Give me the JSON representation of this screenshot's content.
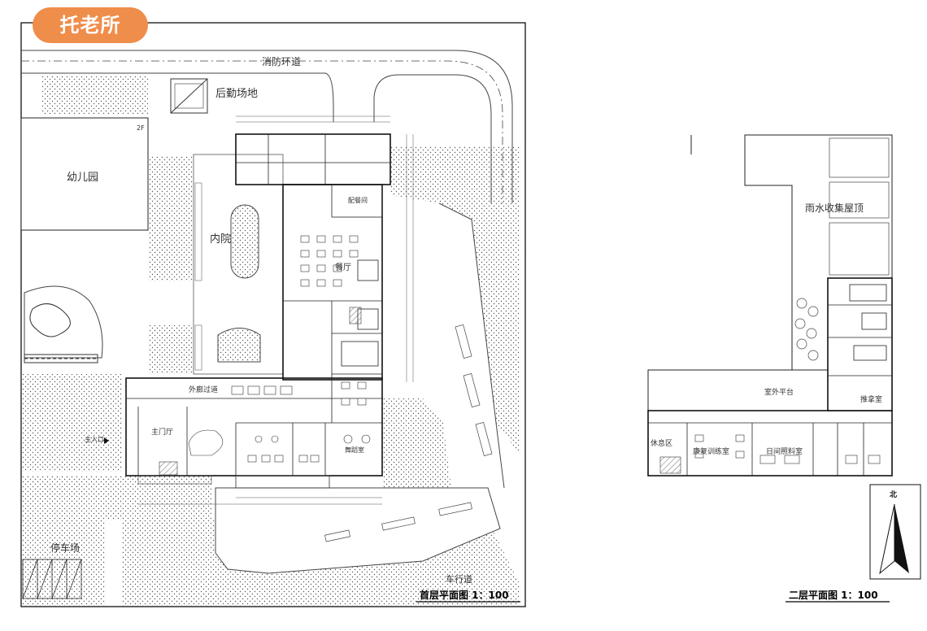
{
  "badge": "托老所",
  "ground_floor": {
    "title": "首层平面图 1：100",
    "labels": {
      "fire_road": "消防环道",
      "logistics": "后勤场地",
      "kindergarten": "幼儿园",
      "kindergarten_floors": "2F",
      "courtyard": "内院",
      "dining": "餐厅",
      "corridor": "外廊过道",
      "main_hall": "主门厅",
      "entrance": "主入口",
      "parking": "停车场",
      "vehicle_road": "车行道",
      "dance": "舞蹈室",
      "serving": "配餐间"
    }
  },
  "second_floor": {
    "title": "二层平面图 1：100",
    "labels": {
      "rain_roof": "雨水收集屋顶",
      "terrace": "室外平台",
      "rest": "休息区",
      "rehab": "康复训练室",
      "daycare": "日间照料室",
      "massage": "推拿室"
    }
  },
  "north": "北"
}
